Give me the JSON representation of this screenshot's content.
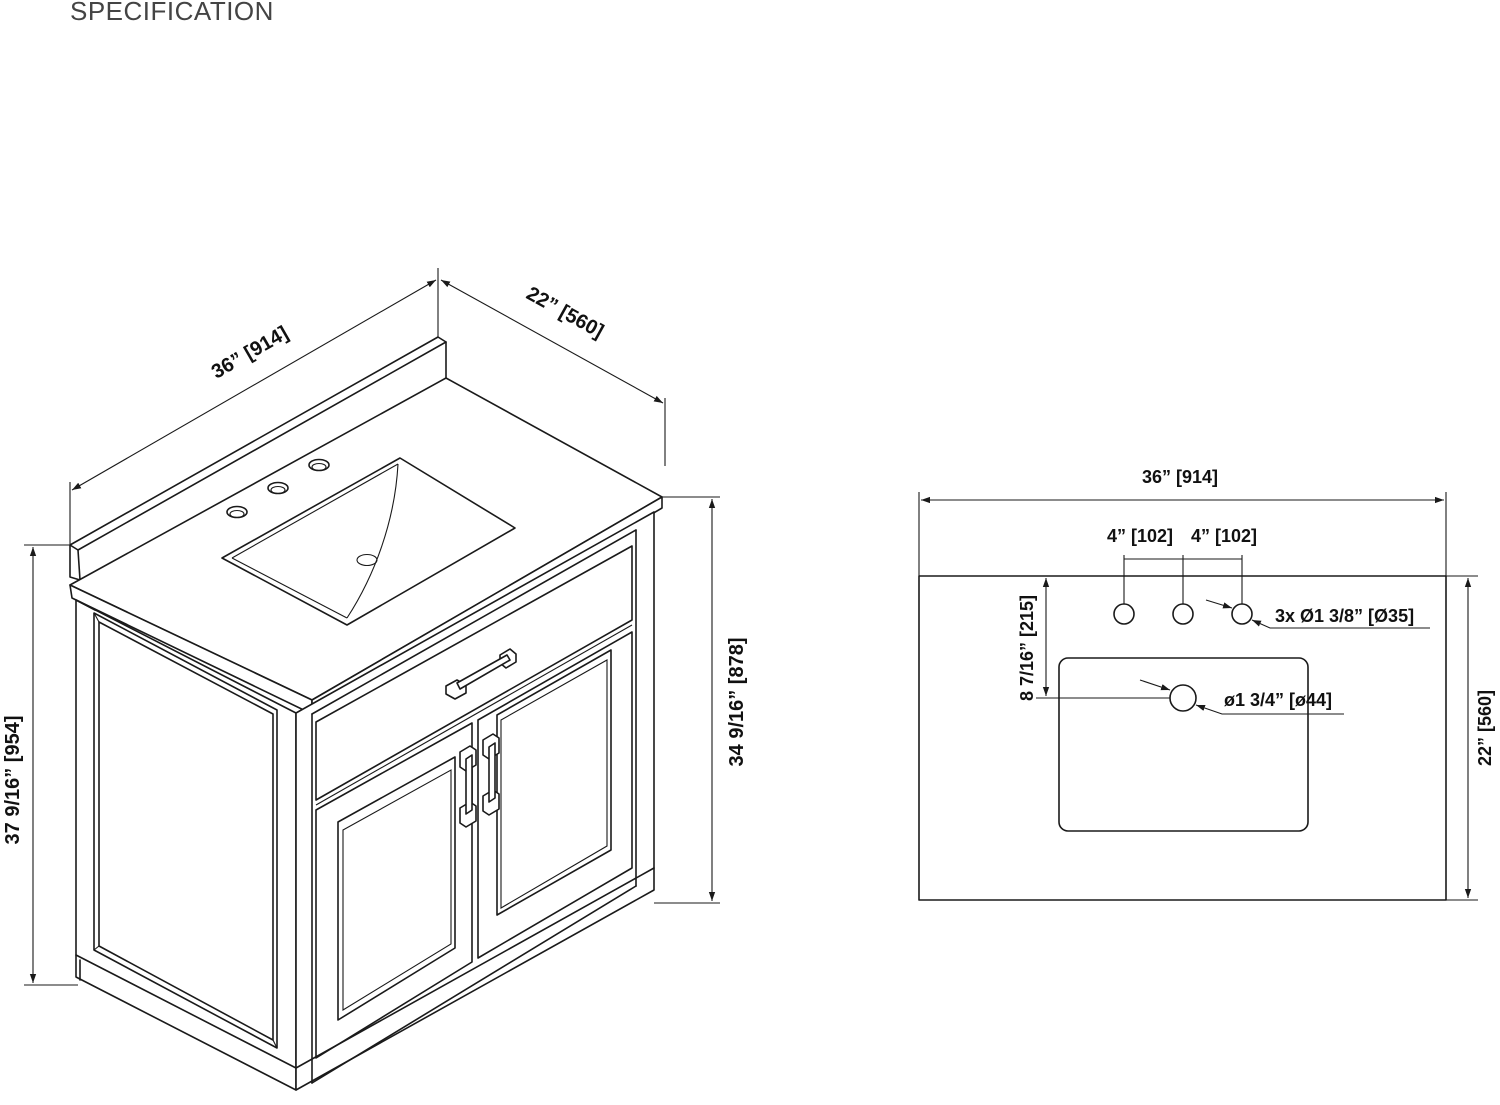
{
  "header": {
    "title": "SPECIFICATION"
  },
  "iso_view": {
    "width_label": "36” [914]",
    "depth_label": "22” [560]",
    "total_height_label": "37 9/16” [954]",
    "cabinet_height_label": "34 9/16” [878]"
  },
  "top_view": {
    "width_label": "36” [914]",
    "depth_label": "22” [560]",
    "spacing_left_label": "4” [102]",
    "spacing_right_label": "4” [102]",
    "hole_offset_label": "8 7/16” [215]",
    "faucet_holes_label": "3x Ø1 3/8” [Ø35]",
    "drain_label": "ø1 3/4” [ø44]"
  },
  "colors": {
    "line": "#1a1a1a",
    "background": "#ffffff",
    "title": "#444444"
  }
}
